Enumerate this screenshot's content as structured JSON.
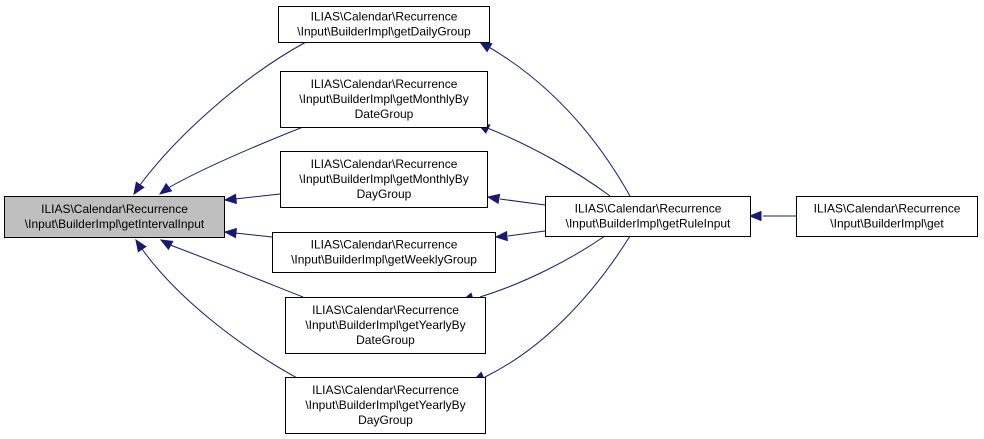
{
  "diagram": {
    "type": "call-graph",
    "nodes": {
      "getIntervalInput": {
        "lines": [
          "ILIAS\\Calendar\\Recurrence",
          "\\Input\\BuilderImpl\\getIntervalInput"
        ],
        "highlighted": true
      },
      "getDailyGroup": {
        "lines": [
          "ILIAS\\Calendar\\Recurrence",
          "\\Input\\BuilderImpl\\getDailyGroup"
        ]
      },
      "getMonthlyByDateGroup": {
        "lines": [
          "ILIAS\\Calendar\\Recurrence",
          "\\Input\\BuilderImpl\\getMonthlyBy",
          "DateGroup"
        ]
      },
      "getMonthlyByDayGroup": {
        "lines": [
          "ILIAS\\Calendar\\Recurrence",
          "\\Input\\BuilderImpl\\getMonthlyBy",
          "DayGroup"
        ]
      },
      "getWeeklyGroup": {
        "lines": [
          "ILIAS\\Calendar\\Recurrence",
          "\\Input\\BuilderImpl\\getWeeklyGroup"
        ]
      },
      "getYearlyByDateGroup": {
        "lines": [
          "ILIAS\\Calendar\\Recurrence",
          "\\Input\\BuilderImpl\\getYearlyBy",
          "DateGroup"
        ]
      },
      "getYearlyByDayGroup": {
        "lines": [
          "ILIAS\\Calendar\\Recurrence",
          "\\Input\\BuilderImpl\\getYearlyBy",
          "DayGroup"
        ]
      },
      "getRuleInput": {
        "lines": [
          "ILIAS\\Calendar\\Recurrence",
          "\\Input\\BuilderImpl\\getRuleInput"
        ]
      },
      "get": {
        "lines": [
          "ILIAS\\Calendar\\Recurrence",
          "\\Input\\BuilderImpl\\get"
        ]
      }
    },
    "edges": [
      {
        "from": "getDailyGroup",
        "to": "getIntervalInput"
      },
      {
        "from": "getMonthlyByDateGroup",
        "to": "getIntervalInput"
      },
      {
        "from": "getMonthlyByDayGroup",
        "to": "getIntervalInput"
      },
      {
        "from": "getWeeklyGroup",
        "to": "getIntervalInput"
      },
      {
        "from": "getYearlyByDateGroup",
        "to": "getIntervalInput"
      },
      {
        "from": "getYearlyByDayGroup",
        "to": "getIntervalInput"
      },
      {
        "from": "getRuleInput",
        "to": "getDailyGroup"
      },
      {
        "from": "getRuleInput",
        "to": "getMonthlyByDateGroup"
      },
      {
        "from": "getRuleInput",
        "to": "getMonthlyByDayGroup"
      },
      {
        "from": "getRuleInput",
        "to": "getWeeklyGroup"
      },
      {
        "from": "getRuleInput",
        "to": "getYearlyByDateGroup"
      },
      {
        "from": "getRuleInput",
        "to": "getYearlyByDayGroup"
      },
      {
        "from": "get",
        "to": "getRuleInput"
      }
    ],
    "colors": {
      "edge": "#191970",
      "highlight_fill": "#bfbfbf",
      "node_fill": "#ffffff",
      "node_border": "#000000"
    }
  }
}
